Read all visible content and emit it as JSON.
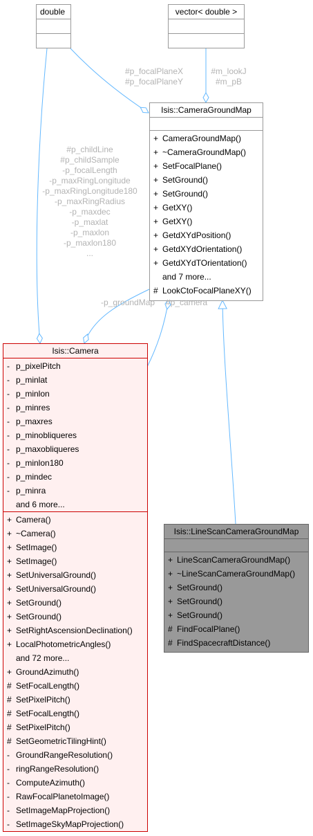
{
  "nodes": {
    "double": {
      "title": "double"
    },
    "vector": {
      "title": "vector< double >"
    },
    "cgm": {
      "title": "Isis::CameraGroundMap",
      "methods": [
        {
          "vis": "+",
          "text": "CameraGroundMap()"
        },
        {
          "vis": "+",
          "text": "~CameraGroundMap()"
        },
        {
          "vis": "+",
          "text": "SetFocalPlane()"
        },
        {
          "vis": "+",
          "text": "SetGround()"
        },
        {
          "vis": "+",
          "text": "SetGround()"
        },
        {
          "vis": "+",
          "text": "GetXY()"
        },
        {
          "vis": "+",
          "text": "GetXY()"
        },
        {
          "vis": "+",
          "text": "GetdXYdPosition()"
        },
        {
          "vis": "+",
          "text": "GetdXYdOrientation()"
        },
        {
          "vis": "+",
          "text": "GetdXYdTOrientation()"
        },
        {
          "vis": "",
          "text": "and 7 more..."
        },
        {
          "vis": "#",
          "text": "LookCtoFocalPlaneXY()"
        }
      ]
    },
    "camera": {
      "title": "Isis::Camera",
      "attributes": [
        {
          "vis": "-",
          "text": "p_pixelPitch"
        },
        {
          "vis": "-",
          "text": "p_minlat"
        },
        {
          "vis": "-",
          "text": "p_minlon"
        },
        {
          "vis": "-",
          "text": "p_minres"
        },
        {
          "vis": "-",
          "text": "p_maxres"
        },
        {
          "vis": "-",
          "text": "p_minobliqueres"
        },
        {
          "vis": "-",
          "text": "p_maxobliqueres"
        },
        {
          "vis": "-",
          "text": "p_minlon180"
        },
        {
          "vis": "-",
          "text": "p_mindec"
        },
        {
          "vis": "-",
          "text": "p_minra"
        },
        {
          "vis": "",
          "text": "and 6 more..."
        }
      ],
      "methods": [
        {
          "vis": "+",
          "text": "Camera()"
        },
        {
          "vis": "+",
          "text": "~Camera()"
        },
        {
          "vis": "+",
          "text": "SetImage()"
        },
        {
          "vis": "+",
          "text": "SetImage()"
        },
        {
          "vis": "+",
          "text": "SetUniversalGround()"
        },
        {
          "vis": "+",
          "text": "SetUniversalGround()"
        },
        {
          "vis": "+",
          "text": "SetGround()"
        },
        {
          "vis": "+",
          "text": "SetGround()"
        },
        {
          "vis": "+",
          "text": "SetRightAscensionDeclination()"
        },
        {
          "vis": "+",
          "text": "LocalPhotometricAngles()"
        },
        {
          "vis": "",
          "text": "and 72 more..."
        },
        {
          "vis": "+",
          "text": "GroundAzimuth()"
        },
        {
          "vis": "#",
          "text": "SetFocalLength()"
        },
        {
          "vis": "#",
          "text": "SetPixelPitch()"
        },
        {
          "vis": "#",
          "text": "SetFocalLength()"
        },
        {
          "vis": "#",
          "text": "SetPixelPitch()"
        },
        {
          "vis": "#",
          "text": "SetGeometricTilingHint()"
        },
        {
          "vis": "-",
          "text": "GroundRangeResolution()"
        },
        {
          "vis": "-",
          "text": "ringRangeResolution()"
        },
        {
          "vis": "-",
          "text": "ComputeAzimuth()"
        },
        {
          "vis": "-",
          "text": "RawFocalPlanetoImage()"
        },
        {
          "vis": "-",
          "text": "SetImageMapProjection()"
        },
        {
          "vis": "-",
          "text": "SetImageSkyMapProjection()"
        }
      ]
    },
    "lscgm": {
      "title": "Isis::LineScanCameraGroundMap",
      "methods": [
        {
          "vis": "+",
          "text": "LineScanCameraGroundMap()"
        },
        {
          "vis": "+",
          "text": "~LineScanCameraGroundMap()"
        },
        {
          "vis": "+",
          "text": "SetGround()"
        },
        {
          "vis": "+",
          "text": "SetGround()"
        },
        {
          "vis": "+",
          "text": "SetGround()"
        },
        {
          "vis": "#",
          "text": "FindFocalPlane()"
        },
        {
          "vis": "#",
          "text": "FindSpacecraftDistance()"
        }
      ]
    }
  },
  "edge_labels": {
    "focal_plane": [
      "#p_focalPlaneX",
      "#p_focalPlaneY"
    ],
    "look": [
      "#m_lookJ",
      "#m_pB"
    ],
    "double_to_camera": [
      "#p_childLine",
      "#p_childSample",
      "-p_focalLength",
      "-p_maxRingLongitude",
      "-p_maxRingLongitude180",
      "-p_maxRingRadius",
      "-p_maxdec",
      "-p_maxlat",
      "-p_maxlon",
      "-p_maxlon180",
      "..."
    ],
    "ground_map": "-p_groundMap",
    "camera_ref": "#p_camera"
  },
  "colors": {
    "edge": "#63b8ff",
    "camera_border": "#cc0000",
    "camera_fill": "#fff0f0",
    "lscgm_fill": "#999999",
    "label": "#b3b3b3"
  }
}
